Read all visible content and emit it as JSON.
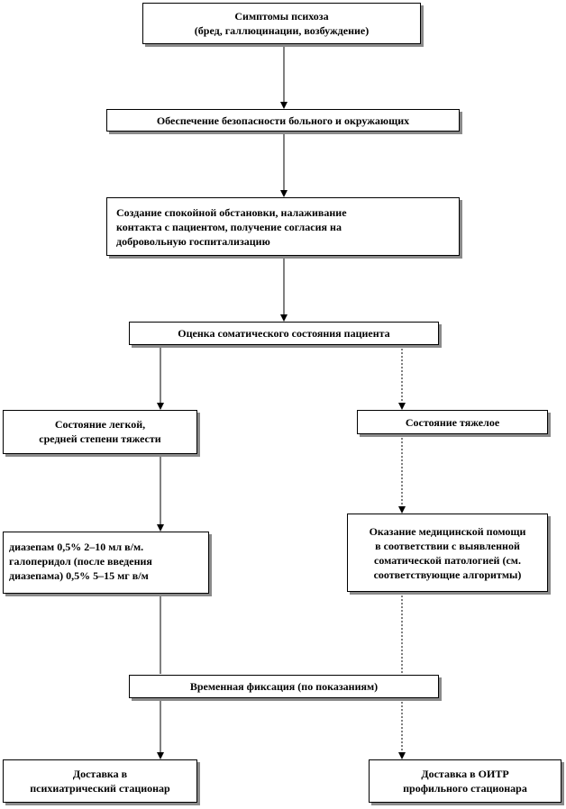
{
  "nodes": {
    "symptoms": {
      "lines": [
        "Симптомы психоза",
        "(бред, галлюцинации, возбуждение)"
      ]
    },
    "safety": {
      "lines": [
        "Обеспечение безопасности больного и окружающих"
      ]
    },
    "contact": {
      "lines": [
        "Создание спокойной обстановки, налаживание",
        "контакта с пациентом, получение согласия на",
        "добровольную госпитализацию"
      ]
    },
    "assessment": {
      "lines": [
        "Оценка соматического состояния пациента"
      ]
    },
    "mild": {
      "lines": [
        "Состояние легкой,",
        "средней степени тяжести"
      ]
    },
    "severe": {
      "lines": [
        "Состояние тяжелое"
      ]
    },
    "drugs": {
      "lines": [
        "диазепам 0,5% 2–10 мл в/м.",
        "галоперидол  (после  введения",
        "диазепама) 0,5% 5–15 мг в/м"
      ]
    },
    "care": {
      "lines": [
        "Оказание медицинской помощи",
        "в соответствии с выявленной",
        "соматической патологией (см.",
        "соответствующие алгоритмы)"
      ]
    },
    "fixation": {
      "lines": [
        "Временная фиксация (по показаниям)"
      ]
    },
    "psych": {
      "lines": [
        "Доставка в",
        "психиатрический стационар"
      ]
    },
    "icu": {
      "lines": [
        "Доставка в ОИТР",
        "профильного стационара"
      ]
    }
  }
}
